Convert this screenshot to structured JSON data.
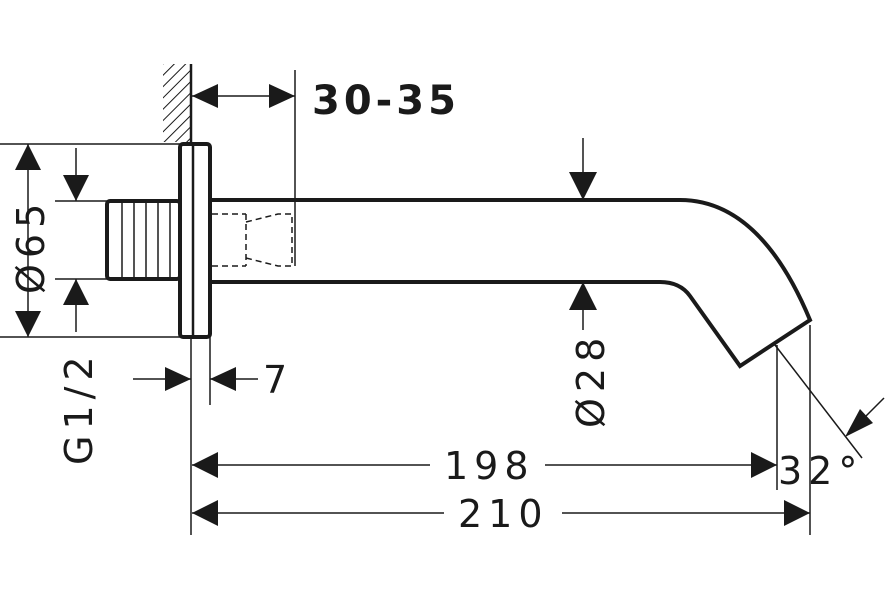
{
  "dimensions": {
    "wall_projection": "30-35",
    "flange_diameter": "Ø65",
    "thread": "G1/2",
    "flange_thickness": "7",
    "spout_diameter": "Ø28",
    "reach_short": "198",
    "reach_long": "210",
    "outlet_angle": "32°"
  },
  "colors": {
    "line": "#1a1a1a",
    "background": "#ffffff"
  }
}
